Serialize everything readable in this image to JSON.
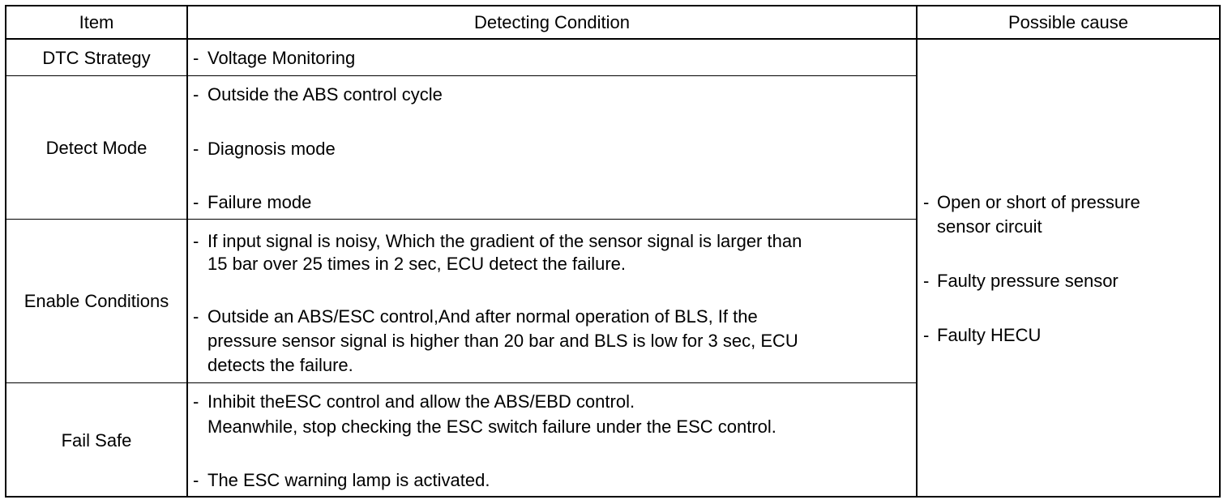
{
  "headers": {
    "item": "Item",
    "condition": "Detecting Condition",
    "cause": "Possible cause"
  },
  "rows": [
    {
      "item": "DTC Strategy",
      "conditions": [
        {
          "lines": [
            "Voltage Monitoring"
          ]
        }
      ]
    },
    {
      "item": "Detect Mode",
      "conditions": [
        {
          "lines": [
            "Outside the ABS control cycle"
          ]
        },
        {
          "lines": [
            "Diagnosis mode"
          ]
        },
        {
          "lines": [
            "Failure mode"
          ]
        }
      ]
    },
    {
      "item": "Enable Conditions",
      "conditions": [
        {
          "lines": [
            "If input signal is noisy, Which the gradient of the sensor signal is larger than",
            "15 bar over 25 times in 2 sec, ECU detect the failure."
          ]
        },
        {
          "lines": [
            "Outside an ABS/ESC control,And after normal operation of BLS, If the",
            "pressure sensor signal is higher than 20 bar and BLS is low for 3 sec, ECU",
            "detects the failure."
          ]
        }
      ]
    },
    {
      "item": "Fail Safe",
      "conditions": [
        {
          "lines": [
            "Inhibit theESC control and allow the ABS/EBD control.",
            "Meanwhile, stop checking the ESC switch failure under the ESC control."
          ]
        },
        {
          "lines": [
            "The ESC warning lamp is activated."
          ]
        }
      ]
    }
  ],
  "causes": [
    {
      "lines": [
        "Open or short of pressure",
        "sensor circuit"
      ]
    },
    {
      "lines": [
        "Faulty pressure sensor"
      ]
    },
    {
      "lines": [
        "Faulty HECU"
      ]
    }
  ],
  "bullet": "-"
}
